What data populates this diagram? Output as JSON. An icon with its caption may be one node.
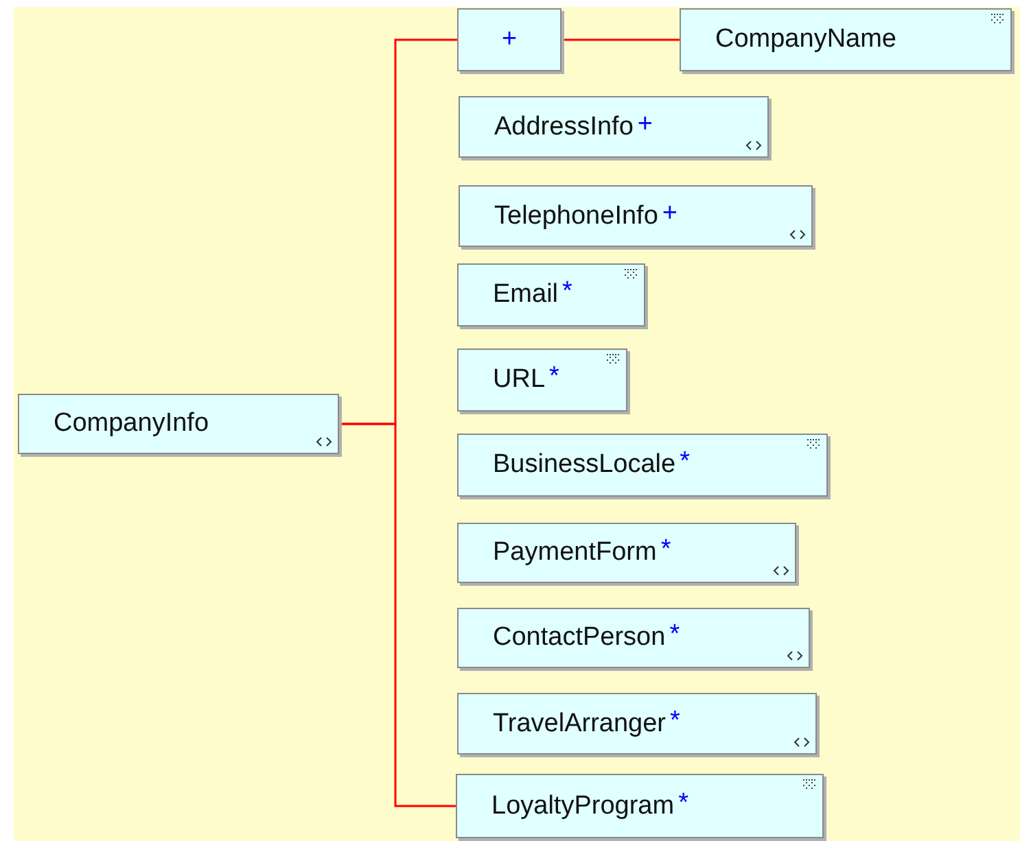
{
  "diagram": {
    "nodes": [
      {
        "text": [
          "CompanyInfo"
        ]
      },
      {
        "text": [
          "+"
        ]
      },
      {
        "text": [
          "CompanyName"
        ]
      },
      {
        "text": [
          "AddressInfo",
          "+"
        ]
      },
      {
        "text": [
          "TelephoneInfo",
          "+"
        ]
      },
      {
        "text": [
          "Email",
          "*"
        ]
      },
      {
        "text": [
          "URL",
          "*"
        ]
      },
      {
        "text": [
          "BusinessLocale",
          "*"
        ]
      },
      {
        "text": [
          "PaymentForm",
          "*"
        ]
      },
      {
        "text": [
          "ContactPerson",
          "*"
        ]
      },
      {
        "text": [
          "TravelArranger",
          "*"
        ]
      },
      {
        "text": [
          "LoyaltyProgram",
          "*"
        ]
      }
    ],
    "edges": [
      {
        "from": 0,
        "to": 1,
        "arrow": "none"
      },
      {
        "from": 0,
        "to": 11,
        "arrow": "none"
      },
      {
        "from": 1,
        "to": 2,
        "arrow": "none"
      }
    ]
  }
}
